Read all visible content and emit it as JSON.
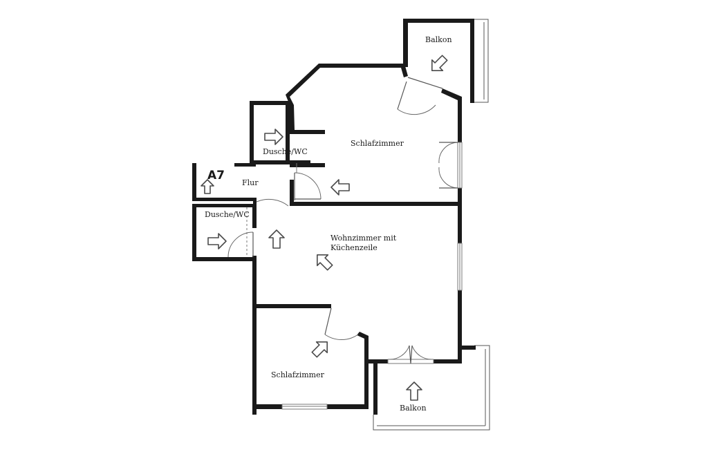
{
  "plan": {
    "unit_id": "A7",
    "rooms": {
      "balkon_top": "Balkon",
      "schlafzimmer_top": "Schlafzimmer",
      "dusche_wc_top": "Dusche/WC",
      "flur": "Flur",
      "dusche_wc_left": "Dusche/WC",
      "wohnzimmer_line1": "Wohnzimmer mit",
      "wohnzimmer_line2": "Küchenzeile",
      "schlafzimmer_bottom": "Schlafzimmer",
      "balkon_bottom": "Balkon"
    },
    "icons": {
      "view_arrow": "direction-arrow-icon",
      "door": "door-swing-icon"
    },
    "colors": {
      "wall": "#1a1a1a",
      "arrow_stroke": "#4a4a4a",
      "background": "#ffffff"
    }
  }
}
